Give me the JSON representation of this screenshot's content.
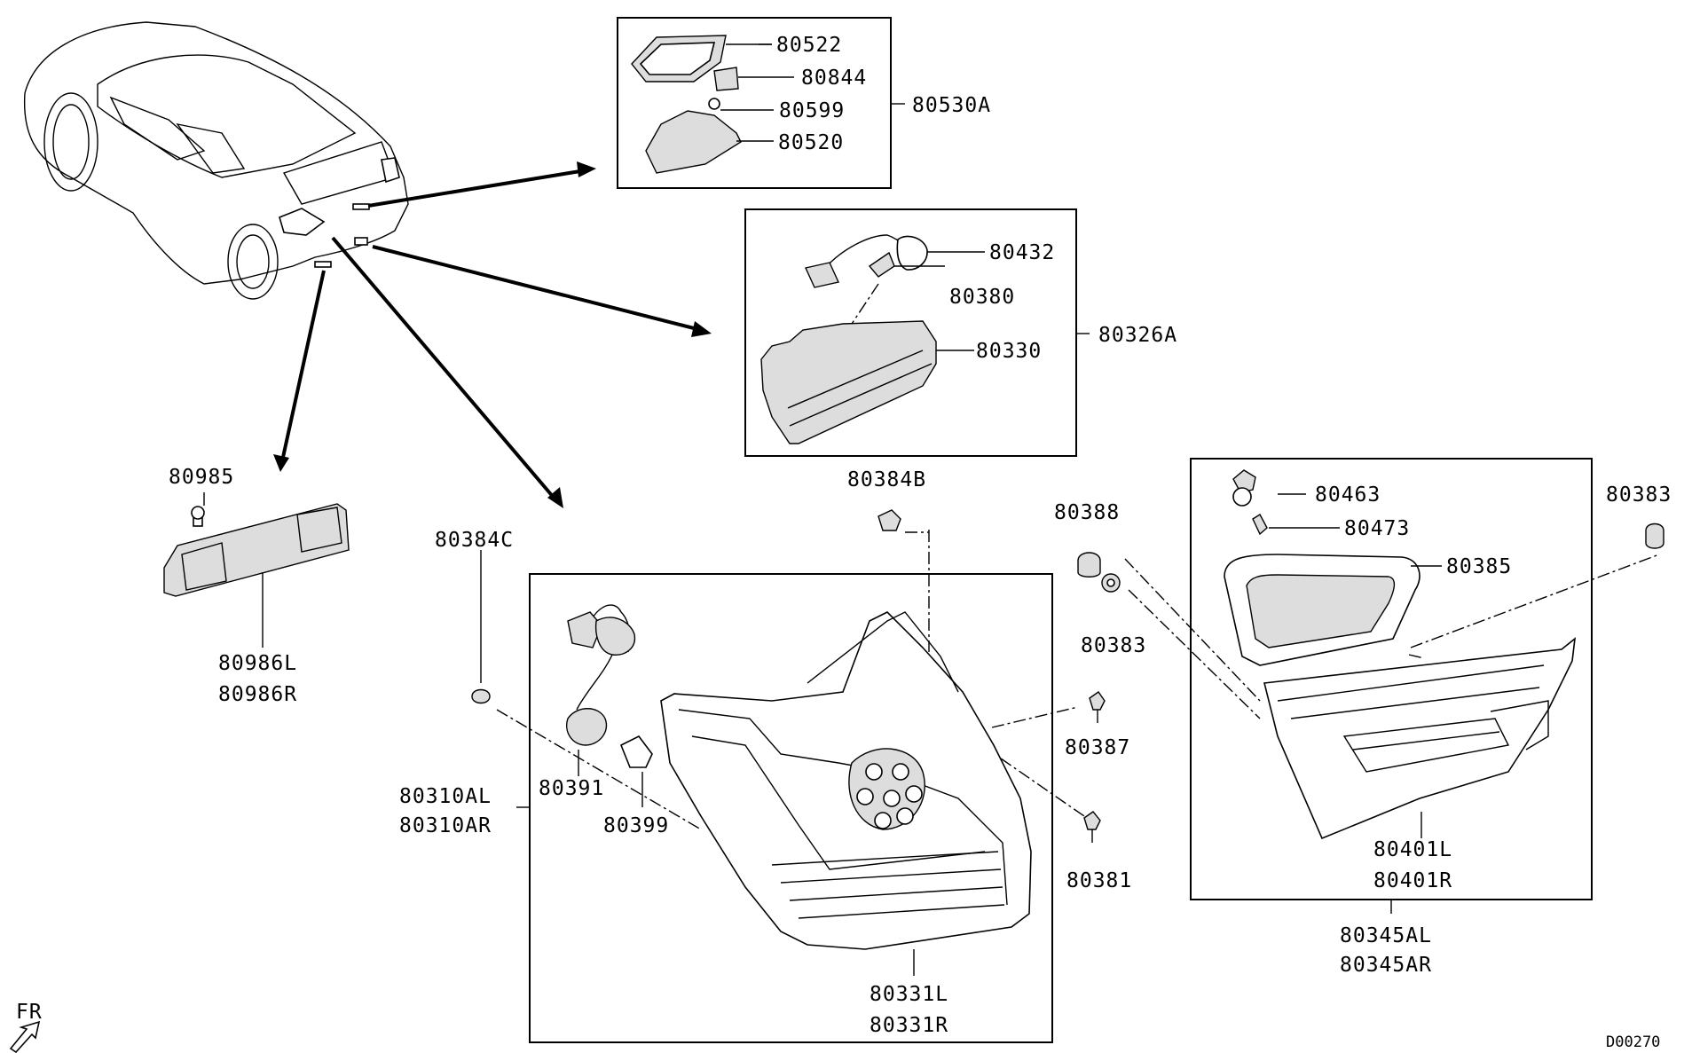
{
  "diagram_id": "D00270",
  "direction_label": "FR",
  "parts": {
    "p80522": "80522",
    "p80844": "80844",
    "p80599": "80599",
    "p80520": "80520",
    "p80530A": "80530A",
    "p80432": "80432",
    "p80380": "80380",
    "p80330": "80330",
    "p80326A": "80326A",
    "p80985": "80985",
    "p80986L": "80986L",
    "p80986R": "80986R",
    "p80384B": "80384B",
    "p80384C": "80384C",
    "p80388": "80388",
    "p80383a": "80383",
    "p80383b": "80383",
    "p80387": "80387",
    "p80381": "80381",
    "p80391": "80391",
    "p80399": "80399",
    "p80310AL": "80310AL",
    "p80310AR": "80310AR",
    "p80331L": "80331L",
    "p80331R": "80331R",
    "p80463": "80463",
    "p80473": "80473",
    "p80385": "80385",
    "p80401L": "80401L",
    "p80401R": "80401R",
    "p80345AL": "80345AL",
    "p80345AR": "80345AR"
  }
}
